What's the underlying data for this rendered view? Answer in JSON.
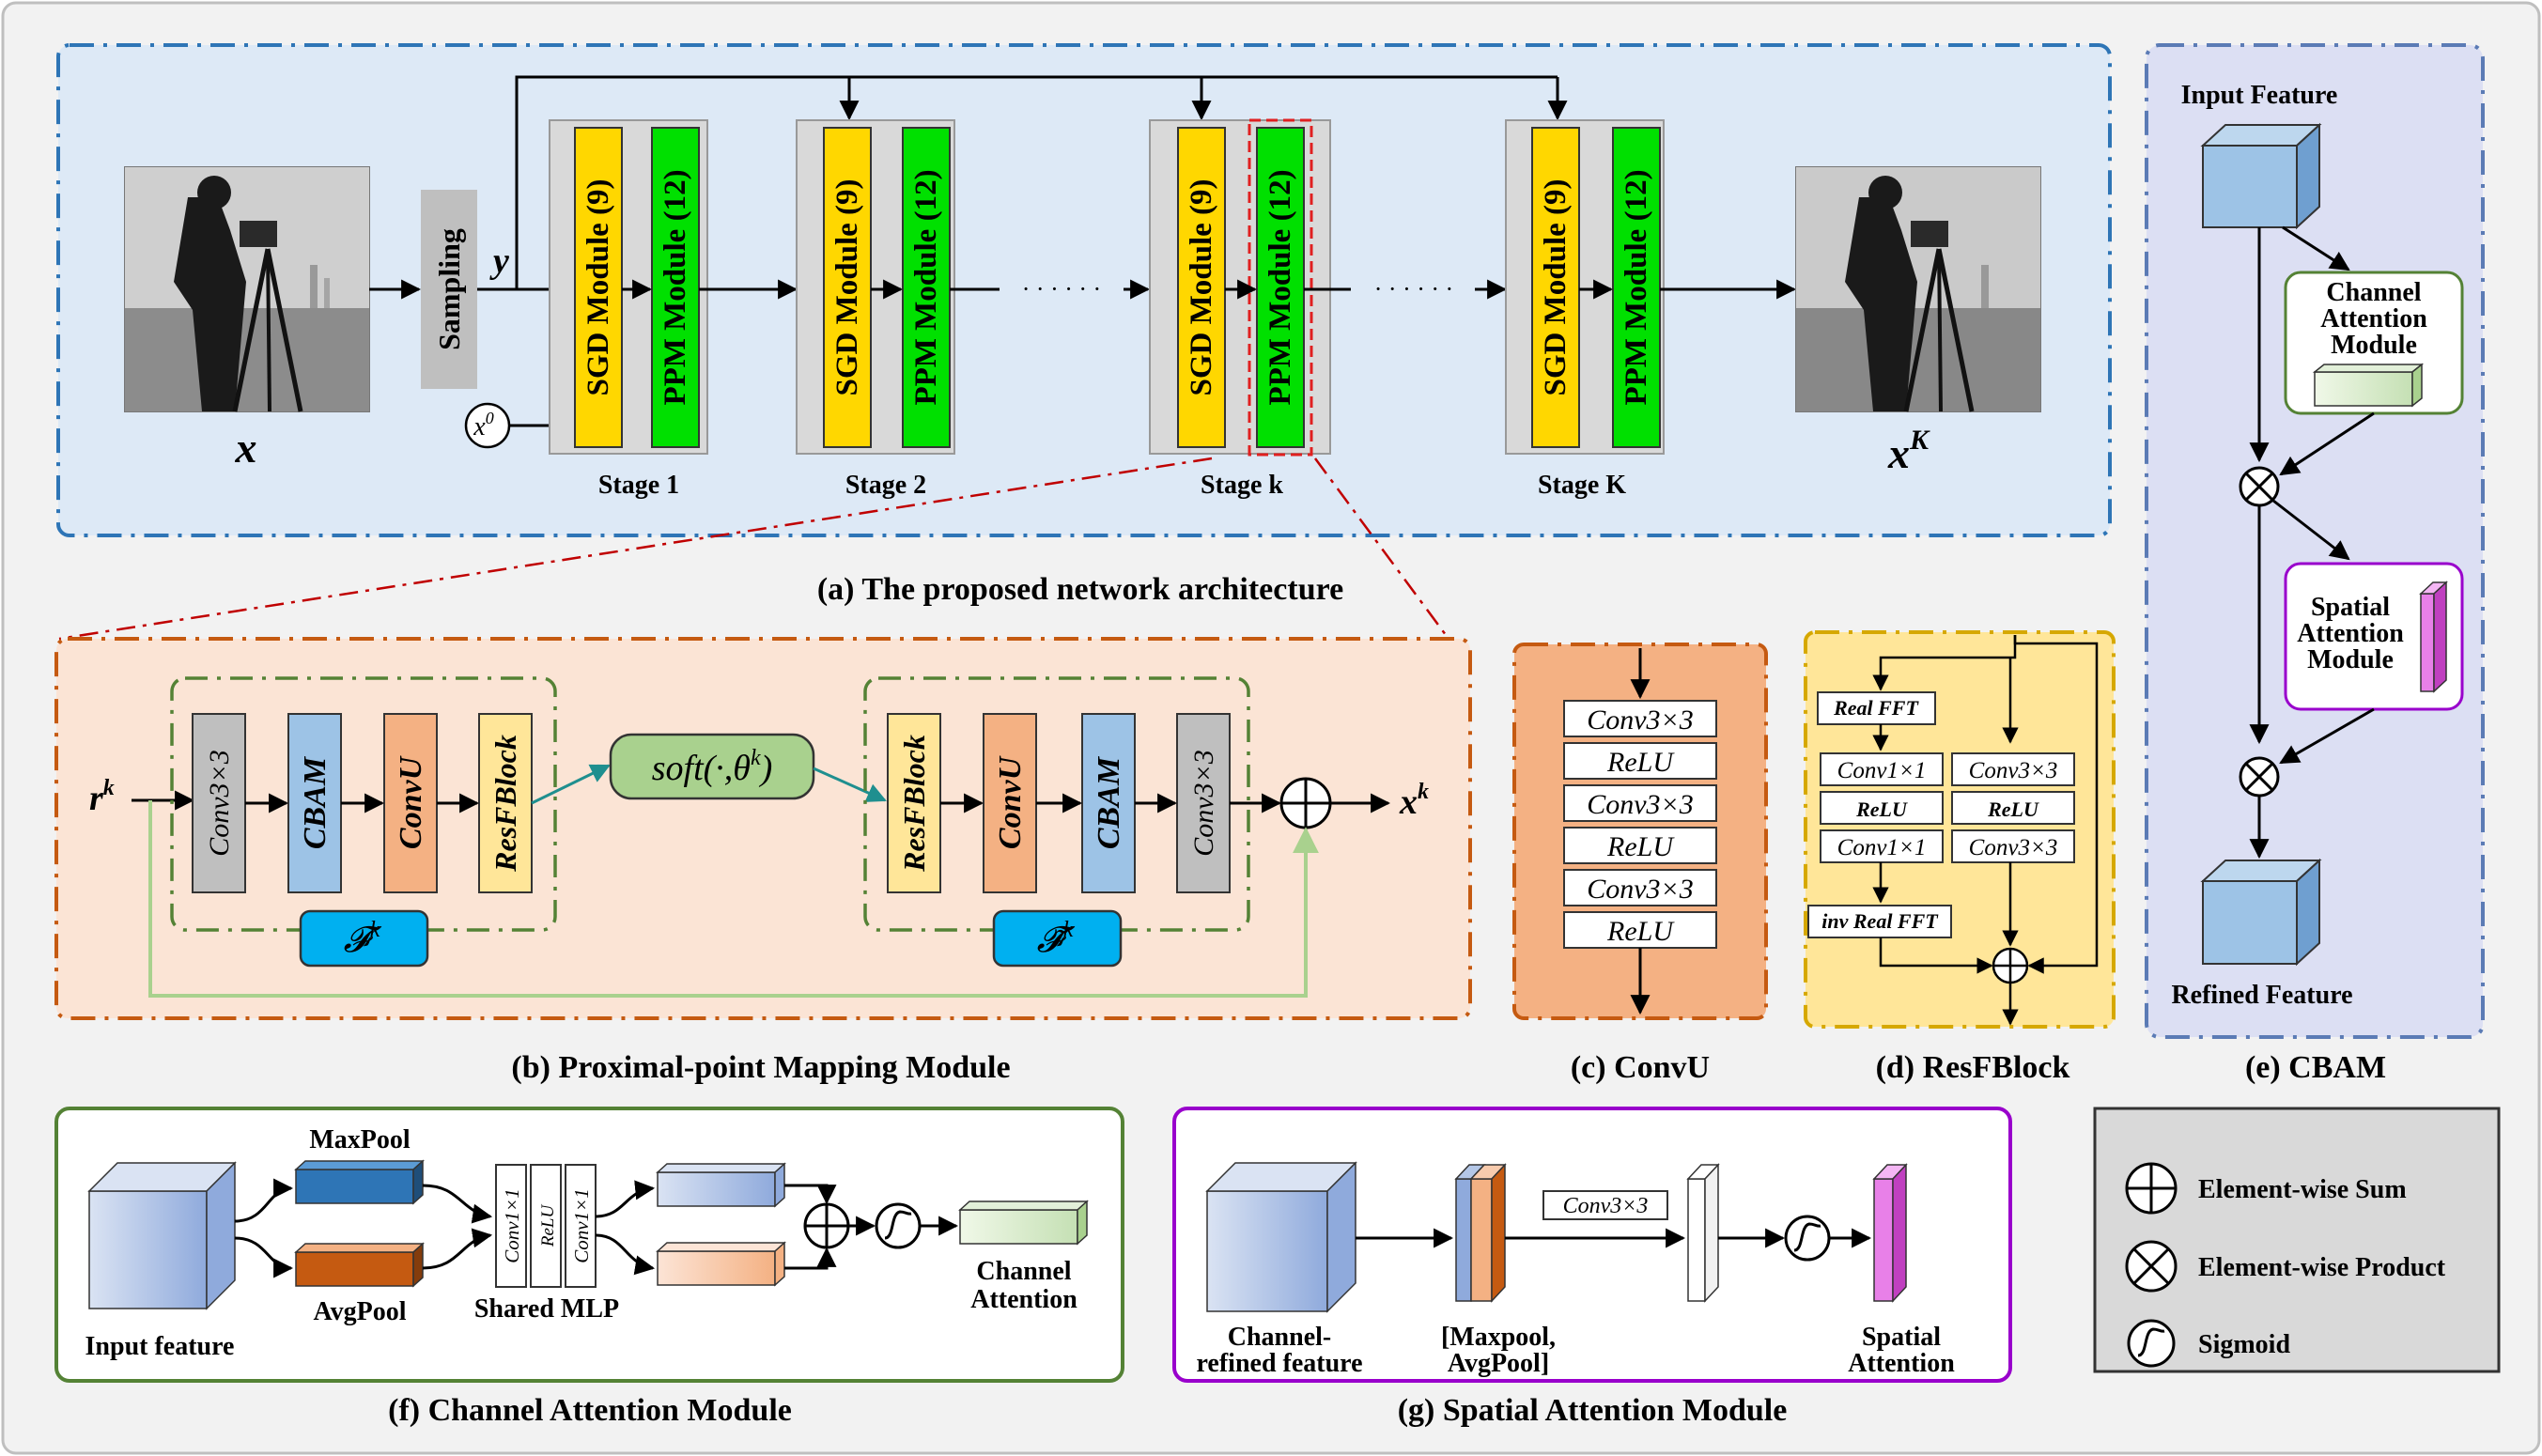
{
  "arch": {
    "caption": "(a) The proposed network architecture",
    "sampling": "Sampling",
    "y_label": "y",
    "x_label": "x",
    "xK_label": "x",
    "xK_sup": "K",
    "x0_label": "x",
    "x0_sup": "0",
    "sgd": "SGD Module (9)",
    "ppm": "PPM Module (12)",
    "dots": "· · · · · ·",
    "stages": [
      "Stage 1",
      "Stage 2",
      "Stage k",
      "Stage K"
    ]
  },
  "ppm": {
    "caption": "(b) Proximal-point Mapping Module",
    "rk": "r",
    "rk_sup": "k",
    "xk": "x",
    "xk_sup": "k",
    "soft": "soft(·,θ",
    "soft_sup": "k",
    "soft_close": ")",
    "blocks_left": [
      "Conv3×3",
      "CBAM",
      "ConvU",
      "ResFBlock"
    ],
    "blocks_right": [
      "ResFBlock",
      "ConvU",
      "CBAM",
      "Conv3×3"
    ],
    "f_label": "𝓕",
    "f_sup": "k",
    "f_tilde_label": "𝓕̃",
    "f_tilde_sup": "k"
  },
  "convu": {
    "caption": "(c) ConvU",
    "layers": [
      "Conv3×3",
      "ReLU",
      "Conv3×3",
      "ReLU",
      "Conv3×3",
      "ReLU"
    ]
  },
  "resf": {
    "caption": "(d) ResFBlock",
    "real_fft": "Real FFT",
    "inv_fft": "inv Real FFT",
    "left": [
      "Conv1×1",
      "ReLU",
      "Conv1×1"
    ],
    "right": [
      "Conv3×3",
      "ReLU",
      "Conv3×3"
    ]
  },
  "cbam": {
    "caption": "(e) CBAM",
    "input": "Input Feature",
    "channel_module": [
      "Channel",
      "Attention",
      "Module"
    ],
    "spatial_module": [
      "Spatial",
      "Attention",
      "Module"
    ],
    "refined": "Refined Feature"
  },
  "cam": {
    "caption": "(f) Channel Attention Module",
    "maxpool": "MaxPool",
    "avgpool": "AvgPool",
    "input": "Input feature",
    "shared": "Shared MLP",
    "mlp": [
      "Conv1×1",
      "ReLU",
      "Conv1×1"
    ],
    "out": [
      "Channel",
      "Attention"
    ]
  },
  "sam": {
    "caption": "(g) Spatial Attention Module",
    "input": [
      "Channel-",
      "refined feature"
    ],
    "pool": [
      "[Maxpool,",
      "AvgPool]"
    ],
    "conv": "Conv3×3",
    "out": [
      "Spatial",
      "Attention"
    ]
  },
  "legend": {
    "sum": "Element-wise Sum",
    "product": "Element-wise Product",
    "sigmoid": "Sigmoid"
  },
  "colors": {
    "sgd": "#ffd700",
    "ppm": "#00e000",
    "arch_bg": "#dde9f6",
    "ppm_bg": "#fbe4d5",
    "convu_bg": "#f4b183",
    "resf_bg": "#ffe699",
    "cbam_bg": "#dcdff3",
    "cam_border": "#548235",
    "sam_border": "#9900cc"
  }
}
